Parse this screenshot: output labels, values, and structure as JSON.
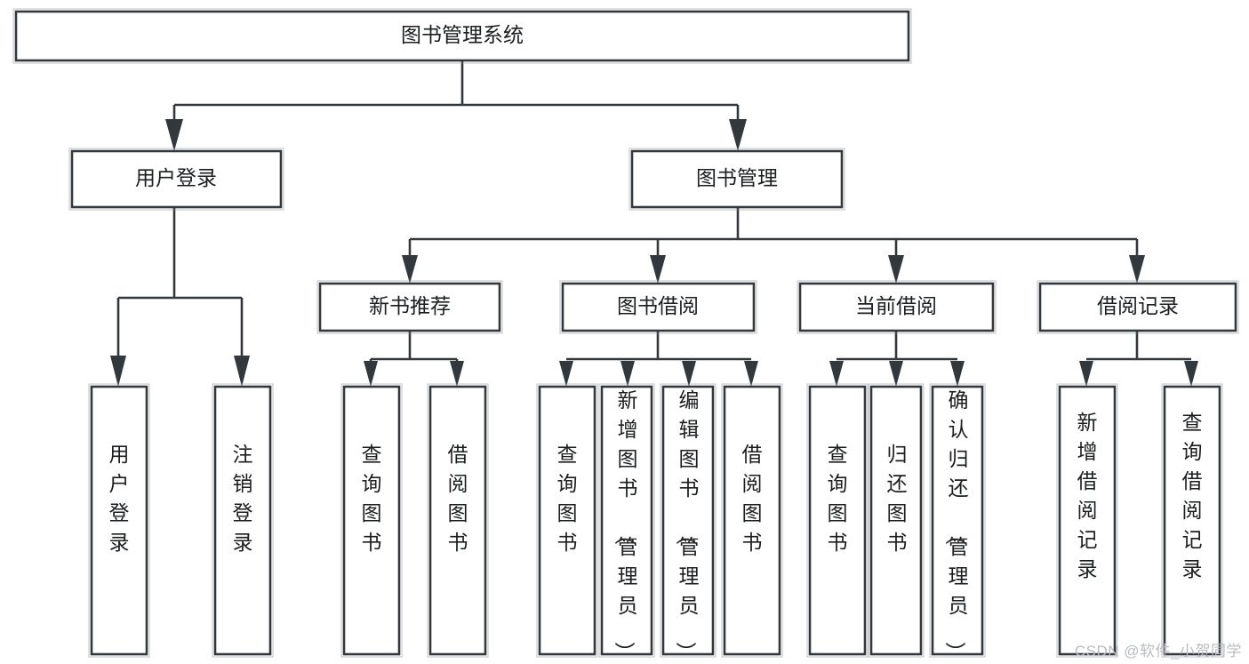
{
  "diagram": {
    "type": "tree-hierarchy",
    "title": "图书管理系统",
    "watermark": "CSDN @软件_小贺同学",
    "colors": {
      "box_stroke": "#33383d",
      "box_fill": "#ffffff",
      "text": "#1b1d1f",
      "background": "#ffffff",
      "watermark": "#b9bcc0"
    },
    "levels": {
      "root": {
        "label": "图书管理系统"
      },
      "level2": [
        {
          "id": "user-login",
          "label": "用户登录"
        },
        {
          "id": "book-management",
          "label": "图书管理"
        }
      ],
      "level3": [
        {
          "id": "new-book-recommend",
          "label": "新书推荐",
          "parent": "book-management"
        },
        {
          "id": "book-borrow",
          "label": "图书借阅",
          "parent": "book-management"
        },
        {
          "id": "current-borrow",
          "label": "当前借阅",
          "parent": "book-management"
        },
        {
          "id": "borrow-record",
          "label": "借阅记录",
          "parent": "book-management"
        }
      ],
      "leaves": [
        {
          "id": "leaf-user-login",
          "label": "用户登录",
          "parent": "user-login"
        },
        {
          "id": "leaf-logout-login",
          "label": "注销登录",
          "parent": "user-login"
        },
        {
          "id": "leaf-query-book-1",
          "label": "查询图书",
          "parent": "new-book-recommend"
        },
        {
          "id": "leaf-borrow-book-1",
          "label": "借阅图书",
          "parent": "new-book-recommend"
        },
        {
          "id": "leaf-query-book-2",
          "label": "查询图书",
          "parent": "book-borrow"
        },
        {
          "id": "leaf-add-book",
          "label": "新增图书（管理员）",
          "parent": "book-borrow"
        },
        {
          "id": "leaf-edit-book",
          "label": "编辑图书（管理员）",
          "parent": "book-borrow"
        },
        {
          "id": "leaf-borrow-book-2",
          "label": "借阅图书",
          "parent": "book-borrow"
        },
        {
          "id": "leaf-query-book-3",
          "label": "查询图书",
          "parent": "current-borrow"
        },
        {
          "id": "leaf-return-book",
          "label": "归还图书",
          "parent": "current-borrow"
        },
        {
          "id": "leaf-confirm-return",
          "label": "确认归还（管理员）",
          "parent": "current-borrow"
        },
        {
          "id": "leaf-add-record",
          "label": "新增借阅记录",
          "parent": "borrow-record"
        },
        {
          "id": "leaf-query-record",
          "label": "查询借阅记录",
          "parent": "borrow-record"
        }
      ]
    }
  }
}
